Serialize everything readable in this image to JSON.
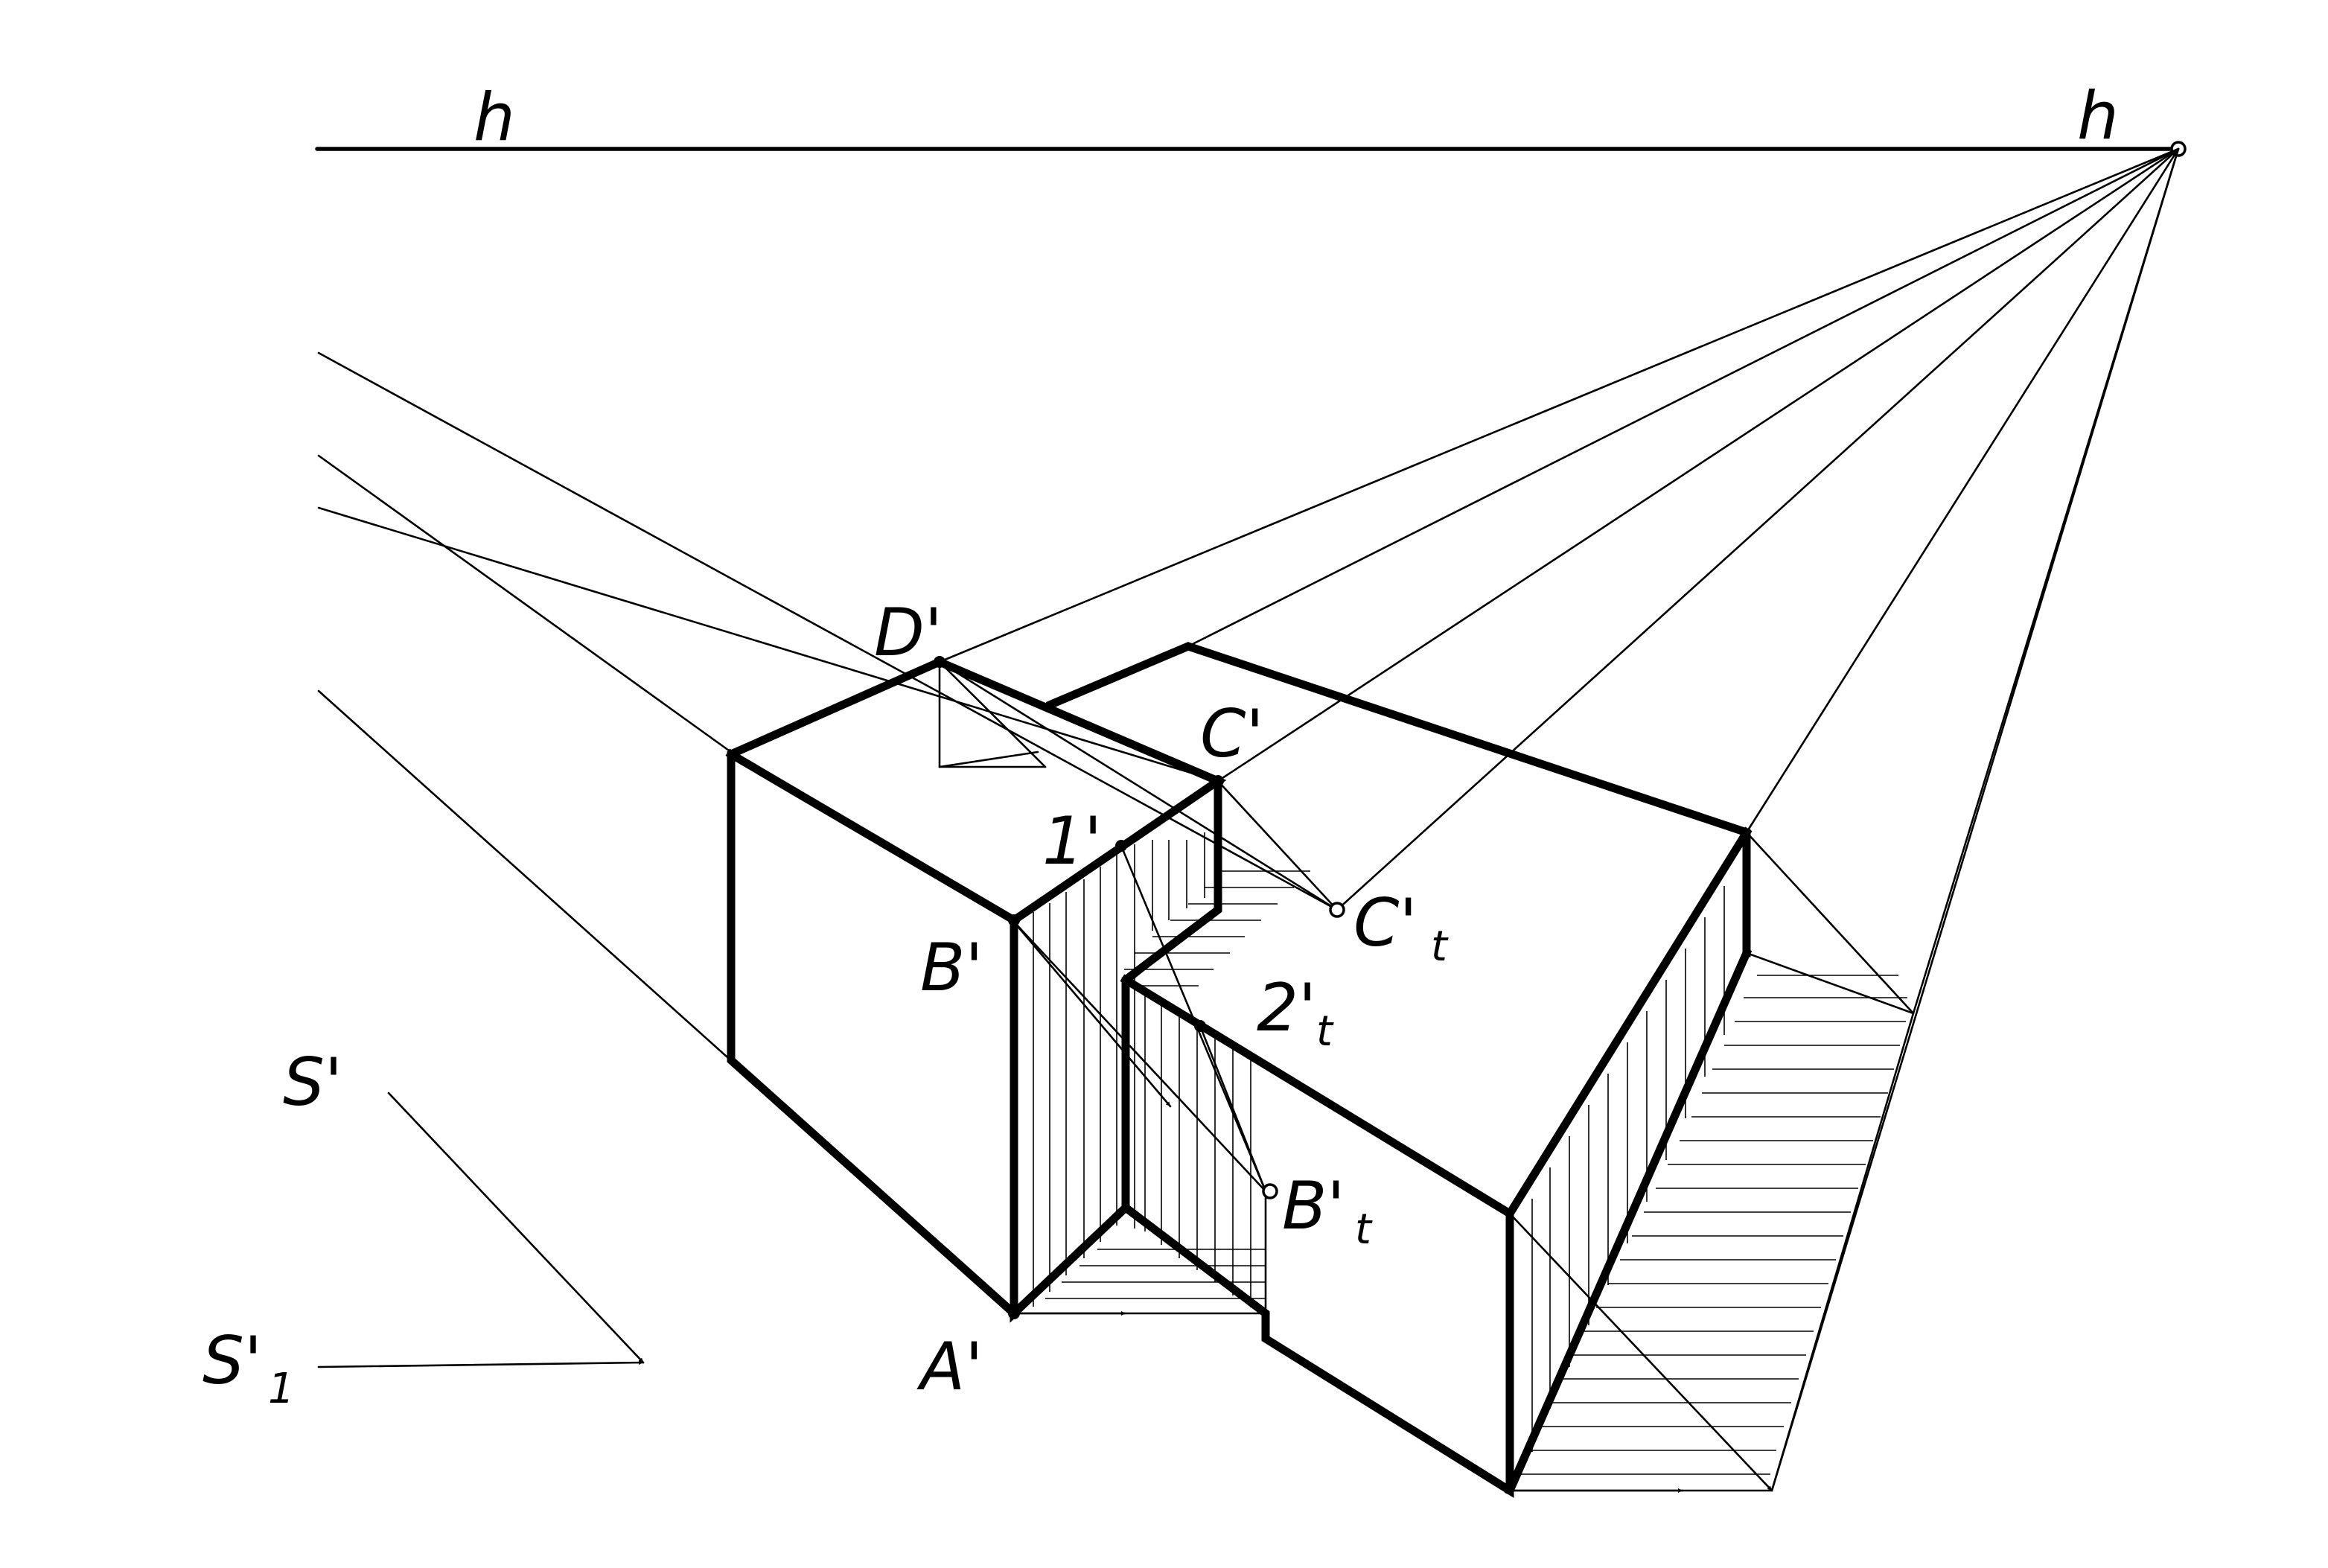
{
  "labels": {
    "horizon_left": "h",
    "horizon_right": "h",
    "D": "D'",
    "C": "C'",
    "one": "1'",
    "B": "B'",
    "Ct_main": "C'",
    "Ct_sub": "t",
    "two_main": "2'",
    "two_sub": "t",
    "Bt_main": "B'",
    "Bt_sub": "t",
    "A": "A'",
    "S": "S'",
    "S1_main": "S'",
    "S1_sub": "1"
  }
}
